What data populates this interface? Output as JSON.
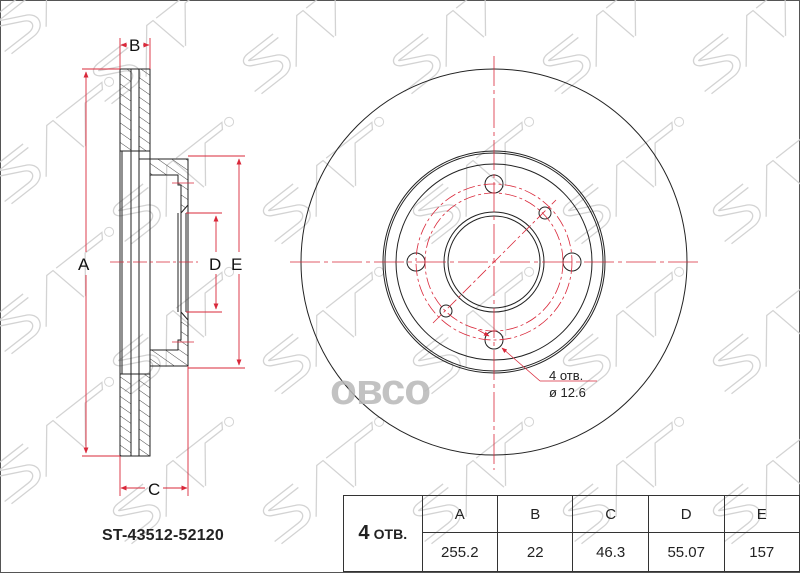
{
  "drawing": {
    "title": "Brake disc technical drawing",
    "watermark_brand": "SAT",
    "watermark_site": "овсо",
    "colors": {
      "outline": "#222222",
      "dimension": "#d9283a",
      "watermark": "#c8c8c8",
      "watermark_site": "#b8b8b8"
    }
  },
  "side_view": {
    "dimension_labels": {
      "A": "A",
      "B": "B",
      "C": "C",
      "D": "D",
      "E": "E"
    }
  },
  "front_view": {
    "bolt_holes_note": {
      "count_line": "4 отв.",
      "diameter_line": "ø 12.6"
    }
  },
  "part_number": "ST-43512-52120",
  "spec_table": {
    "holes_count": "4",
    "holes_unit": "ОТВ.",
    "headers": [
      "A",
      "B",
      "C",
      "D",
      "E"
    ],
    "values": [
      "255.2",
      "22",
      "46.3",
      "55.07",
      "157"
    ]
  }
}
